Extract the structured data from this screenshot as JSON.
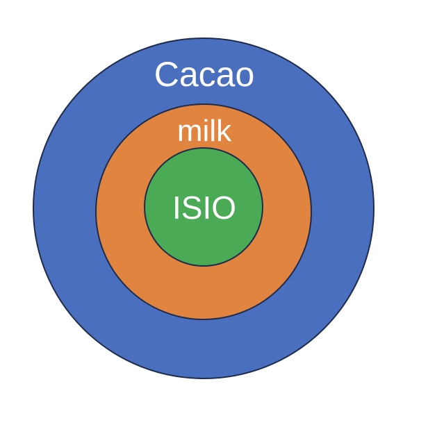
{
  "diagram": {
    "type": "nested-circles",
    "rings": [
      {
        "label": "Cacao",
        "fill": "#4A6FBF",
        "stroke": "#1E2B4A"
      },
      {
        "label": "milk",
        "fill": "#E0843F",
        "stroke": "#1E2B4A"
      },
      {
        "label": "ISIO",
        "fill": "#4BAA55",
        "stroke": "#1E2B4A"
      }
    ]
  }
}
